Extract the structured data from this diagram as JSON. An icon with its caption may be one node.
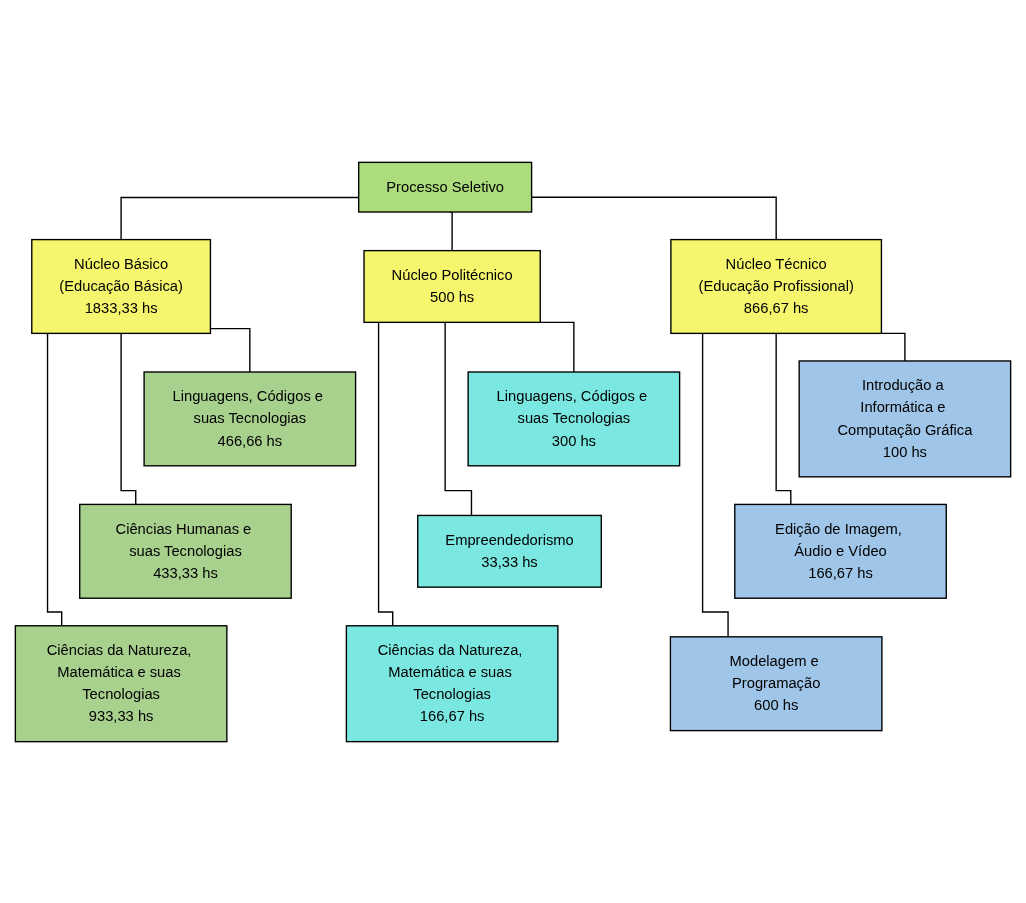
{
  "diagram": {
    "nodes": [
      {
        "text": [
          "Processo Seletivo"
        ]
      },
      {
        "text": [
          "Núcleo Básico",
          "(Educação Básica)",
          "1833,33 hs"
        ]
      },
      {
        "text": [
          "Núcleo Politécnico",
          "500 hs"
        ]
      },
      {
        "text": [
          "Núcleo Técnico",
          "(Educação Profissional)",
          "866,67 hs"
        ]
      },
      {
        "text": [
          "Linguagens, Códigos e suas Tecnologias",
          "466,66 hs"
        ]
      },
      {
        "text": [
          "Ciências Humanas e suas Tecnologias",
          "433,33 hs"
        ]
      },
      {
        "text": [
          "Ciências da Natureza, Matemática e suas Tecnologias",
          "933,33 hs"
        ]
      },
      {
        "text": [
          "Linguagens, Códigos e suas Tecnologias",
          "300 hs"
        ]
      },
      {
        "text": [
          "Empreendedorismo",
          "33,33 hs"
        ]
      },
      {
        "text": [
          "Ciências da Natureza, Matemática e suas Tecnologias",
          "166,67 hs"
        ]
      },
      {
        "text": [
          "Introdução a Informática e Computação Gráfica",
          "100 hs"
        ]
      },
      {
        "text": [
          "Edição de Imagem, Áudio e Vídeo",
          "166,67 hs"
        ]
      },
      {
        "text": [
          "Modelagem e Programação",
          "600 hs"
        ]
      }
    ],
    "edges": [
      {
        "from": 0,
        "to": 1,
        "arrow": "none"
      },
      {
        "from": 0,
        "to": 2,
        "arrow": "none"
      },
      {
        "from": 0,
        "to": 3,
        "arrow": "none"
      },
      {
        "from": 1,
        "to": 4,
        "arrow": "none"
      },
      {
        "from": 1,
        "to": 5,
        "arrow": "none"
      },
      {
        "from": 1,
        "to": 6,
        "arrow": "none"
      },
      {
        "from": 2,
        "to": 7,
        "arrow": "none"
      },
      {
        "from": 2,
        "to": 8,
        "arrow": "none"
      },
      {
        "from": 2,
        "to": 9,
        "arrow": "none"
      },
      {
        "from": 3,
        "to": 10,
        "arrow": "none"
      },
      {
        "from": 3,
        "to": 11,
        "arrow": "none"
      },
      {
        "from": 3,
        "to": 12,
        "arrow": "none"
      }
    ]
  }
}
